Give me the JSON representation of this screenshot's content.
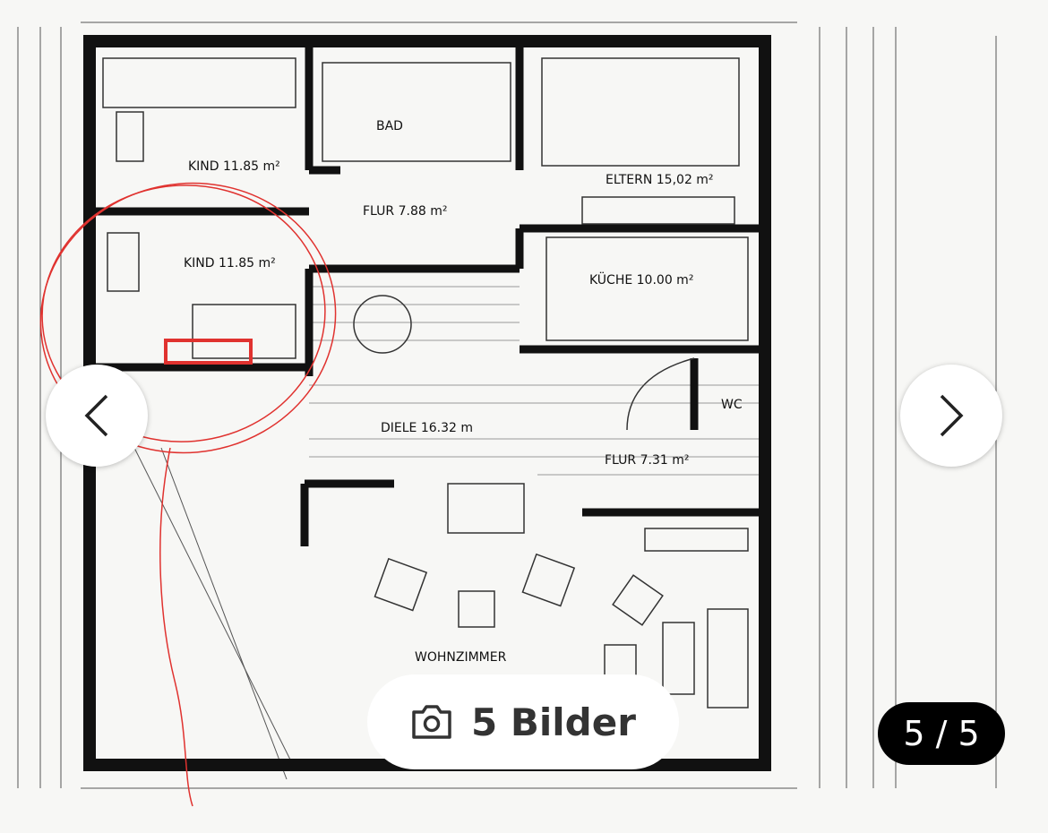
{
  "gallery": {
    "photo_count_label": "5 Bilder",
    "counter": "5 / 5",
    "current": 5,
    "total": 5,
    "prev_icon": "chevron-left-icon",
    "next_icon": "chevron-right-icon",
    "camera_icon": "camera-icon"
  },
  "floorplan": {
    "rooms": [
      {
        "name": "KIND 11.85 m²"
      },
      {
        "name": "BAD"
      },
      {
        "name": "ELTERN 15,02 m²"
      },
      {
        "name": "FLUR 7.88 m²"
      },
      {
        "name": "KIND 11.85 m²"
      },
      {
        "name": "KÜCHE 10.00 m²"
      },
      {
        "name": "DIELE 16.32 m"
      },
      {
        "name": "FLUR 7.31 m²"
      },
      {
        "name": "WC"
      },
      {
        "name": "WOHNZIMMER"
      }
    ],
    "annotation_color": "#e0322f"
  }
}
